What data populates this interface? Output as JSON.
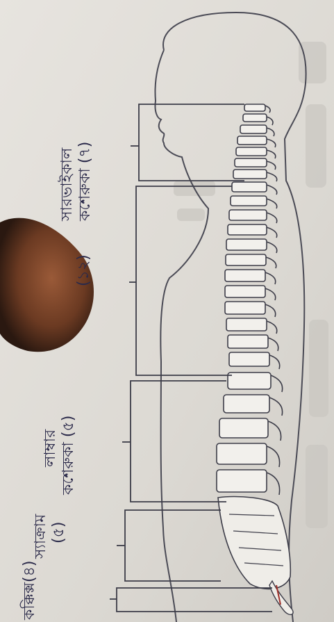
{
  "labels": {
    "cervical": {
      "line1": "সারভাইকাল",
      "line2": "কশেরুকা (৭)"
    },
    "thoracic_count": "(১২)",
    "lumbar": {
      "line1": "লাম্বার",
      "line2": "কশেরুকা (৫)"
    },
    "sacrum": {
      "line1": "স্যাক্রাম",
      "line2": "(৫)"
    },
    "coccyx": "কক্কিক্স(৪)"
  },
  "colors": {
    "paper": "#e3e0da",
    "ink": "#2b2a4a",
    "lines": "#4a4a55",
    "finger": "#6b3a22"
  }
}
